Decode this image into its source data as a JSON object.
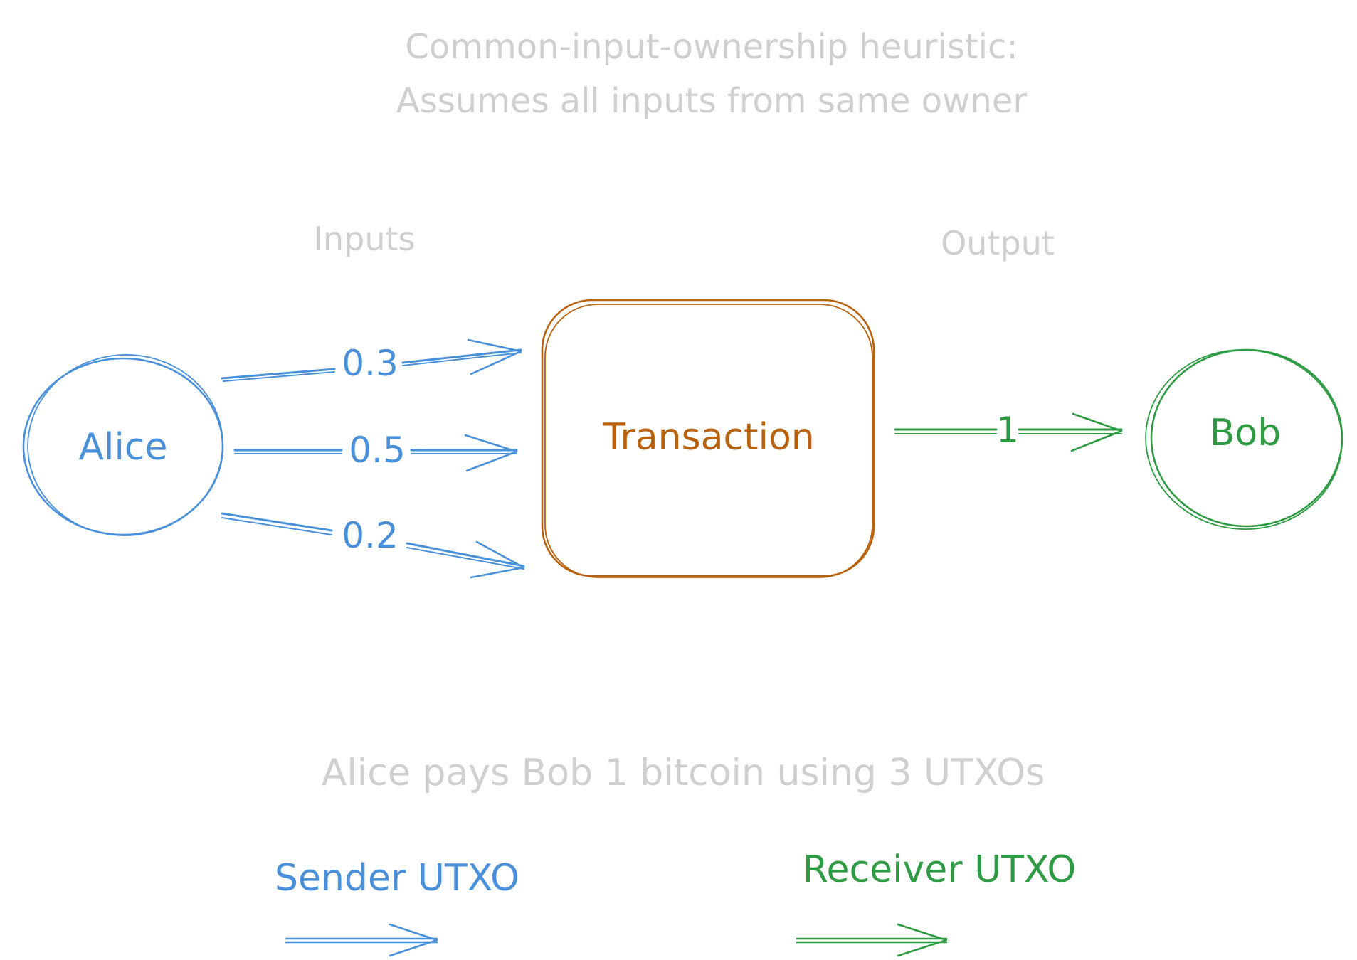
{
  "title": {
    "line1": "Common-input-ownership heuristic:",
    "line2": "Assumes all inputs from same owner"
  },
  "section_labels": {
    "inputs": "Inputs",
    "output": "Output"
  },
  "nodes": {
    "sender": "Alice",
    "transaction": "Transaction",
    "receiver": "Bob"
  },
  "input_edges": [
    {
      "label": "0.3"
    },
    {
      "label": "0.5"
    },
    {
      "label": "0.2"
    }
  ],
  "output_edge": {
    "label": "1"
  },
  "caption": "Alice pays Bob 1 bitcoin using 3 UTXOs",
  "legend": {
    "sender": "Sender UTXO",
    "receiver": "Receiver UTXO"
  },
  "colors": {
    "sender": "#4a90d9",
    "transaction": "#b8620f",
    "receiver": "#2f9a44",
    "annotation": "#cfcfcf"
  }
}
